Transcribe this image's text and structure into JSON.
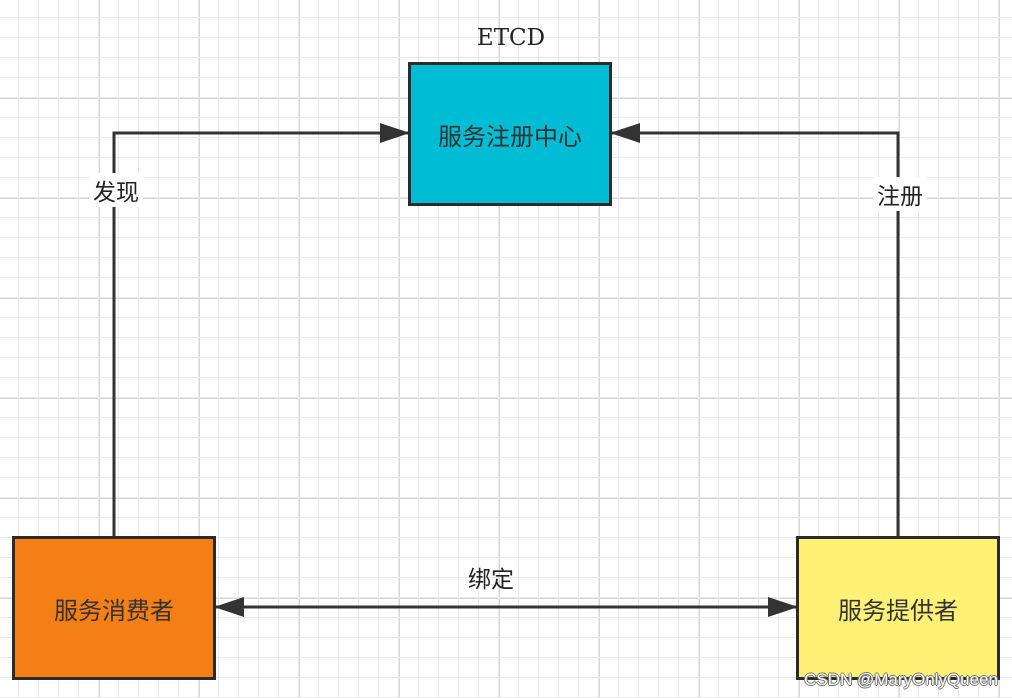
{
  "diagram": {
    "registry": {
      "title": "ETCD",
      "label": "服务注册中心",
      "color": "#00BCD4"
    },
    "consumer": {
      "label": "服务消费者",
      "color": "#F57F17"
    },
    "provider": {
      "label": "服务提供者",
      "color": "#FFF176"
    },
    "edges": {
      "discover": "发现",
      "register": "注册",
      "bind": "绑定"
    }
  },
  "watermark": "CSDN @MaryOnlyQueen"
}
